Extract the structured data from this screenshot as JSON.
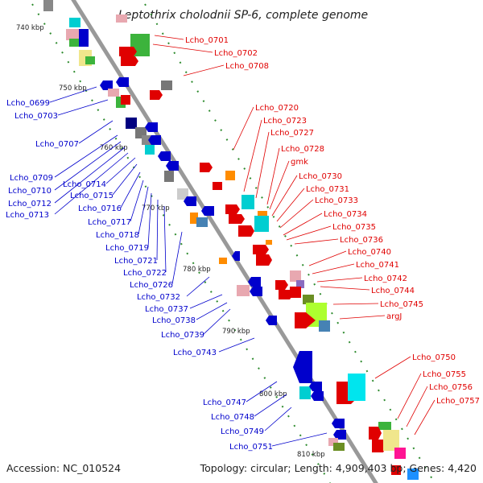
{
  "title": "Leptothrix cholodnii SP-6, complete genome",
  "footer": {
    "accession": "Accession: NC_010524",
    "topology": "Topology: circular; Length: 4,909,403 bp; Genes: 4,420"
  },
  "ticks": [
    "740 kbp",
    "750 kbp",
    "760 kbp",
    "770 kbp",
    "780 kbp",
    "790 kbp",
    "800 kbp",
    "810 kbp"
  ],
  "right_labels": [
    "Lcho_0701",
    "Lcho_0702",
    "Lcho_0708",
    "Lcho_0720",
    "Lcho_0723",
    "Lcho_0727",
    "Lcho_0728",
    "gmk",
    "Lcho_0730",
    "Lcho_0731",
    "Lcho_0733",
    "Lcho_0734",
    "Lcho_0735",
    "Lcho_0736",
    "Lcho_0740",
    "Lcho_0741",
    "Lcho_0742",
    "Lcho_0744",
    "Lcho_0745",
    "argJ",
    "Lcho_0750",
    "Lcho_0755",
    "Lcho_0756",
    "Lcho_0757"
  ],
  "left_labels": [
    "Lcho_0699",
    "Lcho_0703",
    "Lcho_0707",
    "Lcho_0709",
    "Lcho_0710",
    "Lcho_0712",
    "Lcho_0713",
    "Lcho_0714",
    "Lcho_0715",
    "Lcho_0716",
    "Lcho_0717",
    "Lcho_0718",
    "Lcho_0719",
    "Lcho_0721",
    "Lcho_0722",
    "Lcho_0726",
    "Lcho_0732",
    "Lcho_0737",
    "Lcho_0738",
    "Lcho_0739",
    "Lcho_0743",
    "Lcho_0747",
    "Lcho_0748",
    "Lcho_0749",
    "Lcho_0751"
  ],
  "colors": {
    "forward_strand": "#e00000",
    "reverse_strand": "#0000cc",
    "backbone": "#999999",
    "tick_marks": "#2e8b2e"
  }
}
